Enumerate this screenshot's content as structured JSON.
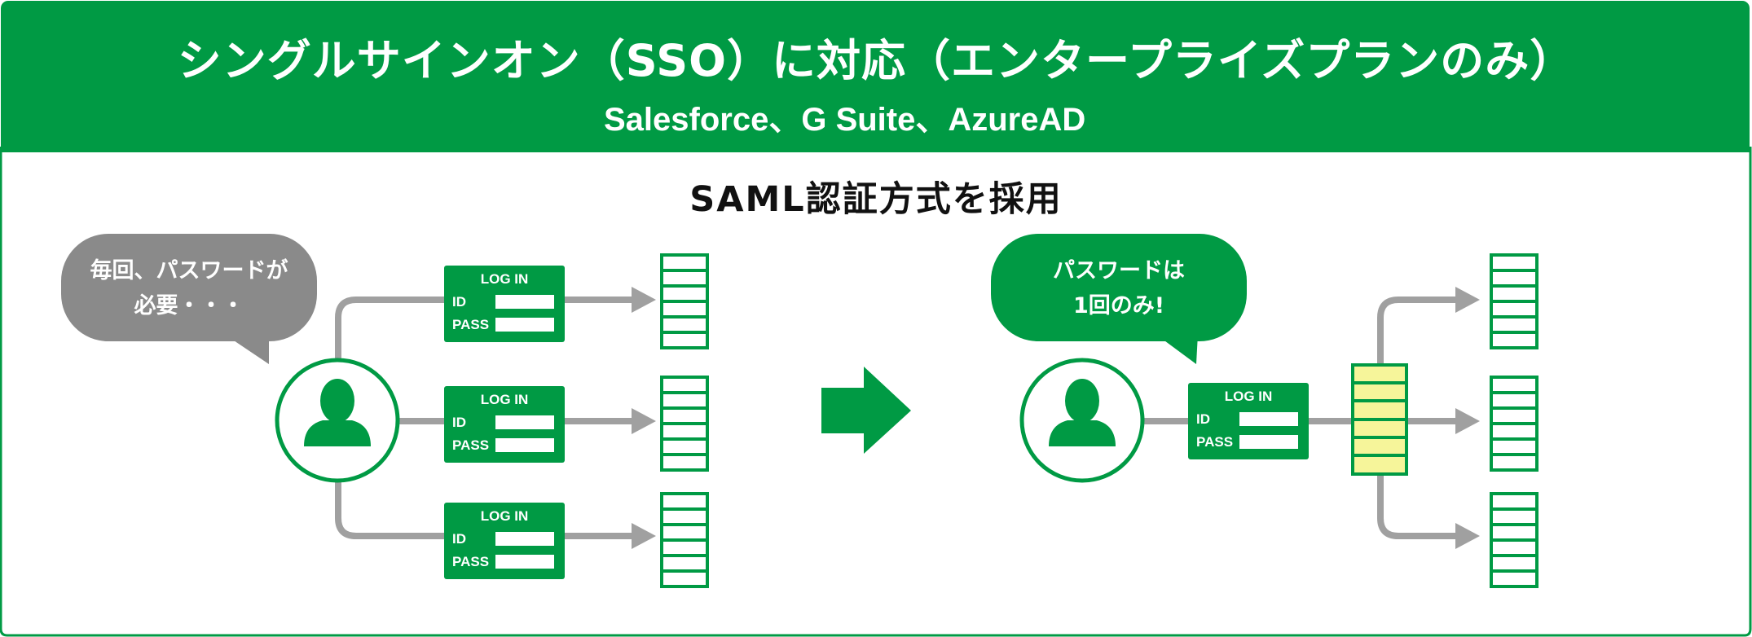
{
  "header": {
    "title": "シングルサインオン（SSO）に対応（エンタープライズプランのみ）",
    "subtitle": "Salesforce、G Suite、AzureAD"
  },
  "diagram": {
    "heading": "SAML認証方式を採用",
    "before": {
      "bubble_line1": "毎回、パスワードが",
      "bubble_line2": "必要・・・",
      "login_title": "LOG IN",
      "id_label": "ID",
      "pass_label": "PASS"
    },
    "after": {
      "bubble_line1": "パスワードは",
      "bubble_line2": "1回のみ!",
      "login_title": "LOG IN",
      "id_label": "ID",
      "pass_label": "PASS"
    }
  },
  "colors": {
    "brand_green": "#009a44",
    "bubble_gray": "#8a8a8a",
    "arrow_gray": "#a0a0a0",
    "idp_yellow": "#f6f59a"
  },
  "icons": [
    "user-icon",
    "transition-arrow-icon",
    "service-app-icon",
    "identity-provider-icon"
  ]
}
